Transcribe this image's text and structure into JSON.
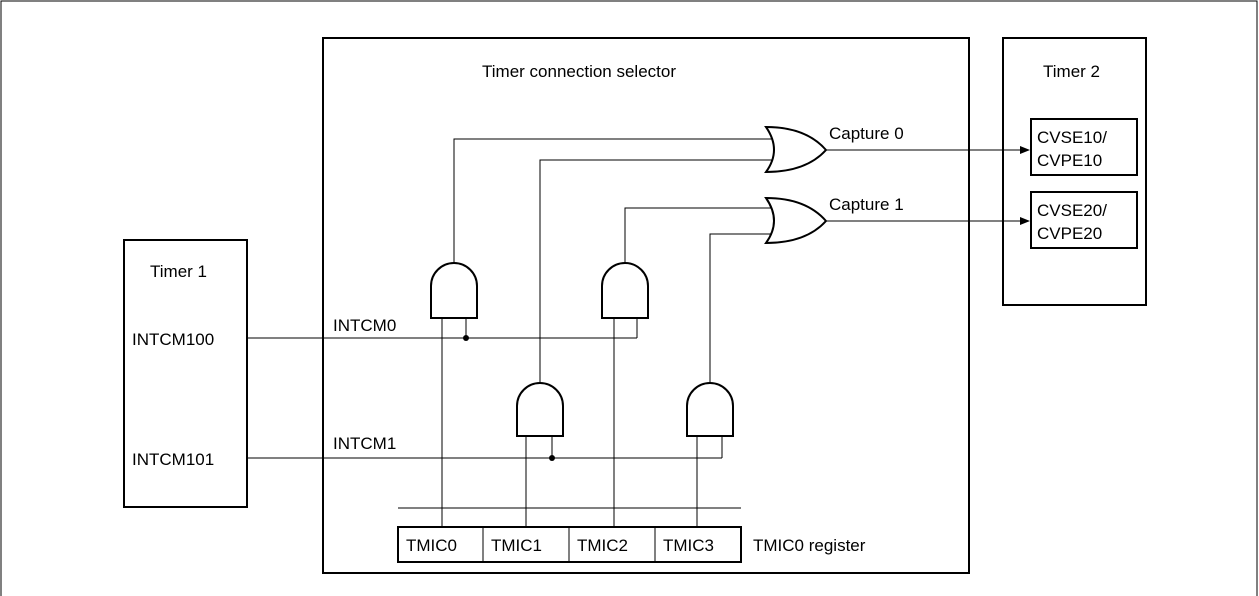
{
  "selector": {
    "title": "Timer connection selector"
  },
  "timer1": {
    "title": "Timer 1",
    "outputs": [
      "INTCM100",
      "INTCM101"
    ]
  },
  "timer2": {
    "title": "Timer 2",
    "registers": [
      {
        "line1": "CVSE10/",
        "line2": "CVPE10"
      },
      {
        "line1": "CVSE20/",
        "line2": "CVPE20"
      }
    ]
  },
  "signals": {
    "intcm0": "INTCM0",
    "intcm1": "INTCM1",
    "capture0": "Capture 0",
    "capture1": "Capture 1"
  },
  "register": {
    "label": "TMIC0 register",
    "bits": [
      "TMIC0",
      "TMIC1",
      "TMIC2",
      "TMIC3"
    ]
  }
}
